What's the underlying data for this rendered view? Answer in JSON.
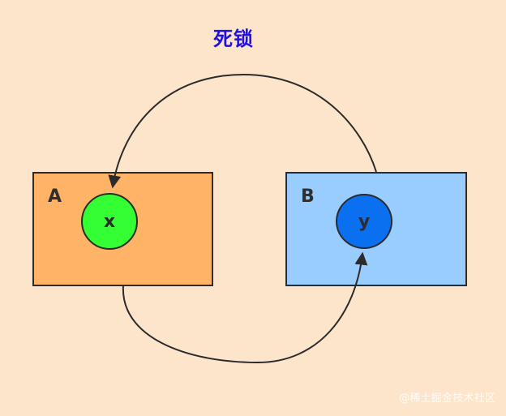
{
  "title": "死锁",
  "boxes": {
    "a": {
      "label": "A",
      "node_label": "x"
    },
    "b": {
      "label": "B",
      "node_label": "y"
    }
  },
  "watermark": "@稀土掘金技术社区",
  "colors": {
    "background": "#fde5cc",
    "title": "#1f10e6",
    "box_a": "#ffb366",
    "box_b": "#99ccff",
    "node_x": "#33ff33",
    "node_y": "#0a70f0",
    "stroke": "#2b2b2b"
  }
}
